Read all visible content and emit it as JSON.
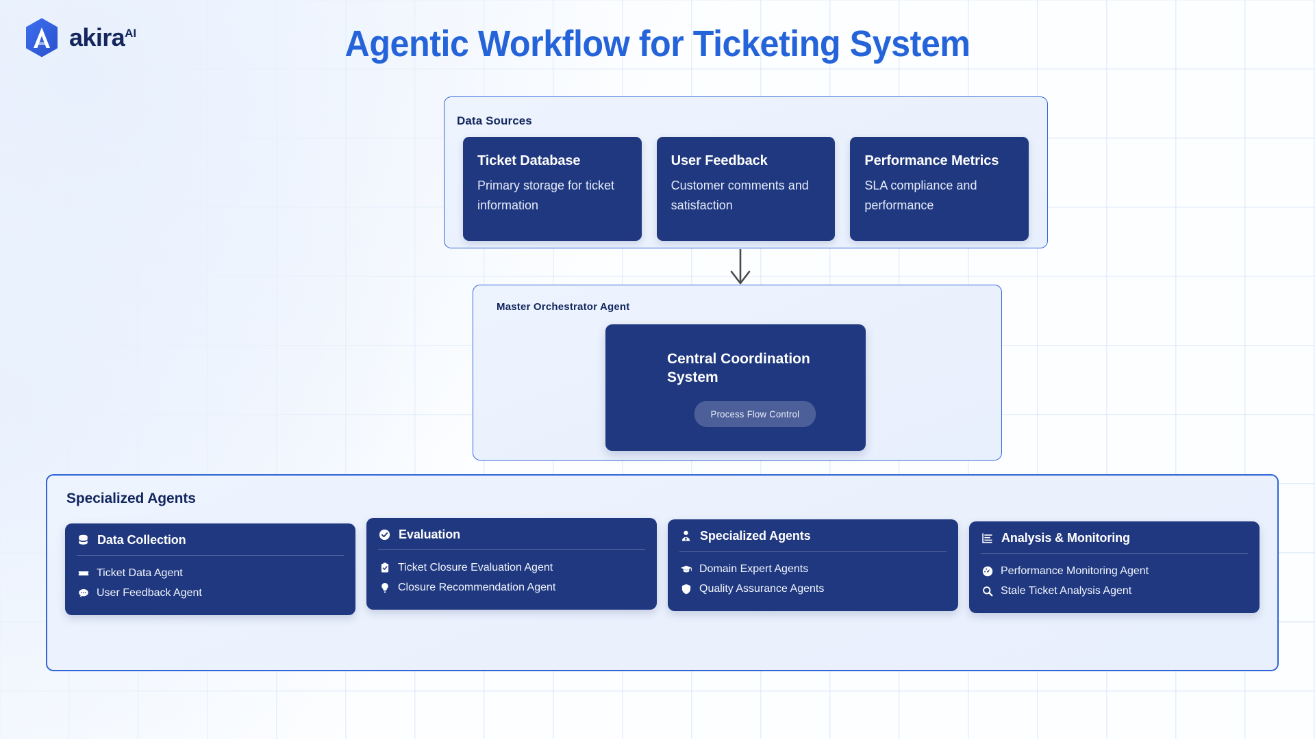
{
  "brand": {
    "name": "akira",
    "superscript": "AI",
    "logo_icon": "hexagon-a-logo",
    "logo_color": "#2f5fe0",
    "text_color": "#14265c"
  },
  "page": {
    "title": "Agentic Workflow for Ticketing System",
    "title_color": "#2563d9",
    "background_color": "#fdfeff",
    "grid_color": "#bed6f5"
  },
  "data_sources": {
    "label": "Data Sources",
    "cards": [
      {
        "title": "Ticket Database",
        "description": "Primary storage for ticket information"
      },
      {
        "title": "User Feedback",
        "description": "Customer comments and satisfaction"
      },
      {
        "title": "Performance Metrics",
        "description": "SLA compliance and performance"
      }
    ]
  },
  "connector": {
    "icon": "arrow-down-icon",
    "color": "#4a4a4a"
  },
  "master_orchestrator": {
    "label": "Master Orchestrator Agent",
    "card_title": "Central Coordination System",
    "pill_label": "Process Flow Control"
  },
  "specialized_agents": {
    "label": "Specialized Agents",
    "groups": [
      {
        "title": "Data Collection",
        "icon": "database-icon",
        "items": [
          {
            "label": "Ticket Data Agent",
            "icon": "ticket-icon"
          },
          {
            "label": "User Feedback Agent",
            "icon": "comment-icon"
          }
        ]
      },
      {
        "title": "Evaluation",
        "icon": "check-circle-icon",
        "items": [
          {
            "label": "Ticket Closure Evaluation Agent",
            "icon": "clipboard-check-icon"
          },
          {
            "label": "Closure Recommendation Agent",
            "icon": "lightbulb-icon"
          }
        ]
      },
      {
        "title": "Specialized Agents",
        "icon": "user-tie-icon",
        "items": [
          {
            "label": "Domain Expert Agents",
            "icon": "graduation-cap-icon"
          },
          {
            "label": "Quality Assurance Agents",
            "icon": "shield-icon"
          }
        ]
      },
      {
        "title": "Analysis & Monitoring",
        "icon": "chart-list-icon",
        "items": [
          {
            "label": "Performance Monitoring Agent",
            "icon": "gauge-icon"
          },
          {
            "label": "Stale Ticket Analysis Agent",
            "icon": "search-icon"
          }
        ]
      }
    ]
  },
  "theme": {
    "card_navy": "#20387f",
    "panel_border": "#2f63d8",
    "panel_fill": "#eaf1fd"
  }
}
